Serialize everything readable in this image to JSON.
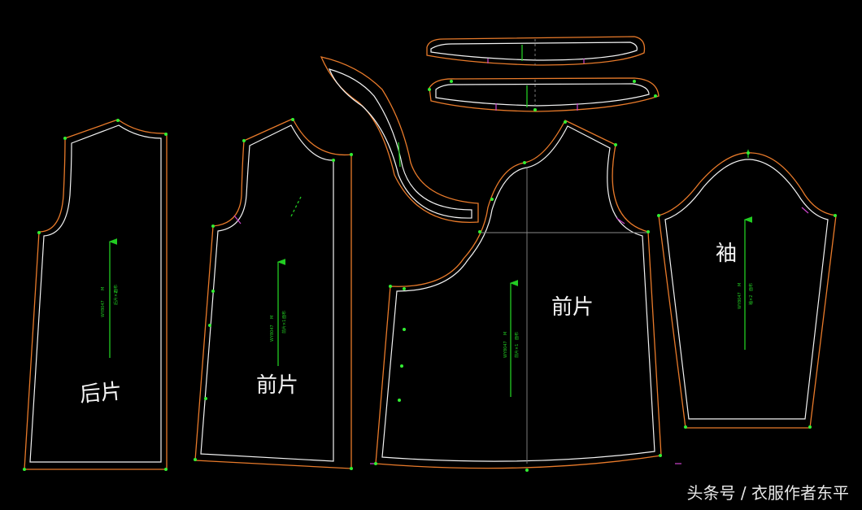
{
  "pieces": {
    "back": {
      "label": "后片",
      "style_no": "WY8047",
      "size": "M",
      "piece_info": "后片×2",
      "fabric": "面布"
    },
    "front_small": {
      "label": "前片",
      "style_no": "WY8047",
      "size": "M",
      "piece_info": "前片×1",
      "fabric": "面布"
    },
    "front_large": {
      "label": "前片",
      "style_no": "WY8047",
      "size": "M",
      "piece_info": "前片×1",
      "fabric": "面布"
    },
    "sleeve": {
      "label": "袖",
      "style_no": "WY8047",
      "size": "M",
      "piece_info": "袖×2",
      "fabric": "面布"
    }
  },
  "colors": {
    "background": "#000000",
    "seam_allowance": "#e87a2a",
    "net_line": "#f2f2f2",
    "grainline": "#22cc22",
    "notch": "#cc44cc"
  },
  "watermark": "头条号 / 衣服作者东平"
}
